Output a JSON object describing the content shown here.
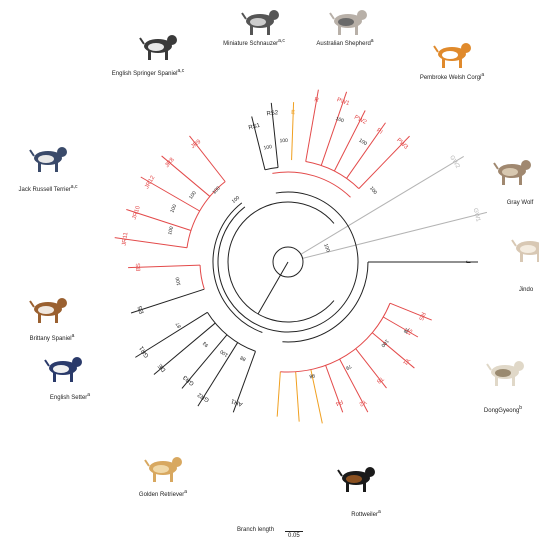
{
  "tree": {
    "colors": {
      "black": "#222222",
      "red": "#e34a4a",
      "orange": "#f0a020",
      "grey": "#b4b4b4"
    },
    "leaves": [
      {
        "label": "RS1",
        "color": "black"
      },
      {
        "label": "RS2",
        "color": "black"
      },
      {
        "label": "E",
        "color": "orange"
      },
      {
        "label": "R",
        "color": "red"
      },
      {
        "label": "PW1",
        "color": "red"
      },
      {
        "label": "PW2",
        "color": "red"
      },
      {
        "label": "PI",
        "color": "red"
      },
      {
        "label": "PW3",
        "color": "red"
      },
      {
        "label": "GW2",
        "color": "grey"
      },
      {
        "label": "GW1",
        "color": "grey"
      },
      {
        "label": "J",
        "color": "black"
      },
      {
        "label": "RS",
        "color": "red"
      },
      {
        "label": "S1",
        "color": "red"
      },
      {
        "label": "Y1",
        "color": "red"
      },
      {
        "label": "T8",
        "color": "red"
      },
      {
        "label": "Y2",
        "color": "red"
      },
      {
        "label": "P4",
        "color": "red"
      },
      {
        "label": "",
        "color": "orange"
      },
      {
        "label": "",
        "color": "orange"
      },
      {
        "label": "",
        "color": "orange"
      },
      {
        "label": "AH1",
        "color": "black"
      },
      {
        "label": "GR2",
        "color": "black"
      },
      {
        "label": "GR3",
        "color": "black"
      },
      {
        "label": "DE",
        "color": "black"
      },
      {
        "label": "GR1",
        "color": "black"
      },
      {
        "label": "ES",
        "color": "black"
      },
      {
        "label": "BS",
        "color": "red"
      },
      {
        "label": "JR11",
        "color": "red"
      },
      {
        "label": "JR10",
        "color": "red"
      },
      {
        "label": "JR12",
        "color": "red"
      },
      {
        "label": "JR8",
        "color": "red"
      },
      {
        "label": "JR9",
        "color": "red"
      }
    ],
    "support_values": [
      "100",
      "100",
      "100",
      "100",
      "100",
      "100",
      "78",
      "100",
      "79",
      "98",
      "88",
      "100",
      "93",
      "87",
      "100",
      "100",
      "100",
      "100",
      "100",
      "100"
    ]
  },
  "breeds": [
    {
      "name": "English Springer Spaniel",
      "sup": "a,c"
    },
    {
      "name": "Miniature Schnauzer",
      "sup": "a,c"
    },
    {
      "name": "Australian Shepherd",
      "sup": "a"
    },
    {
      "name": "Pembroke Welsh Corgi",
      "sup": "a"
    },
    {
      "name": "Gray Wolf",
      "sup": ""
    },
    {
      "name": "Jindo",
      "sup": ""
    },
    {
      "name": "DongGyeong",
      "sup": "b"
    },
    {
      "name": "Rottweiler",
      "sup": "a"
    },
    {
      "name": "Golden Retriever",
      "sup": "a"
    },
    {
      "name": "English Setter",
      "sup": "a"
    },
    {
      "name": "Brittany Spaniel",
      "sup": "a"
    },
    {
      "name": "Jack Russell Terrier",
      "sup": "a,c"
    }
  ],
  "dog_icons": [
    "springer-spaniel-photo",
    "schnauzer-photo",
    "australian-shepherd-photo",
    "corgi-photo",
    "gray-wolf-photo",
    "jindo-photo",
    "donggyeong-photo",
    "rottweiler-photo",
    "golden-retriever-photo",
    "english-setter-photo",
    "brittany-spaniel-photo",
    "jack-russell-photo"
  ],
  "scale": {
    "label": "Branch length",
    "value": "0.05"
  }
}
